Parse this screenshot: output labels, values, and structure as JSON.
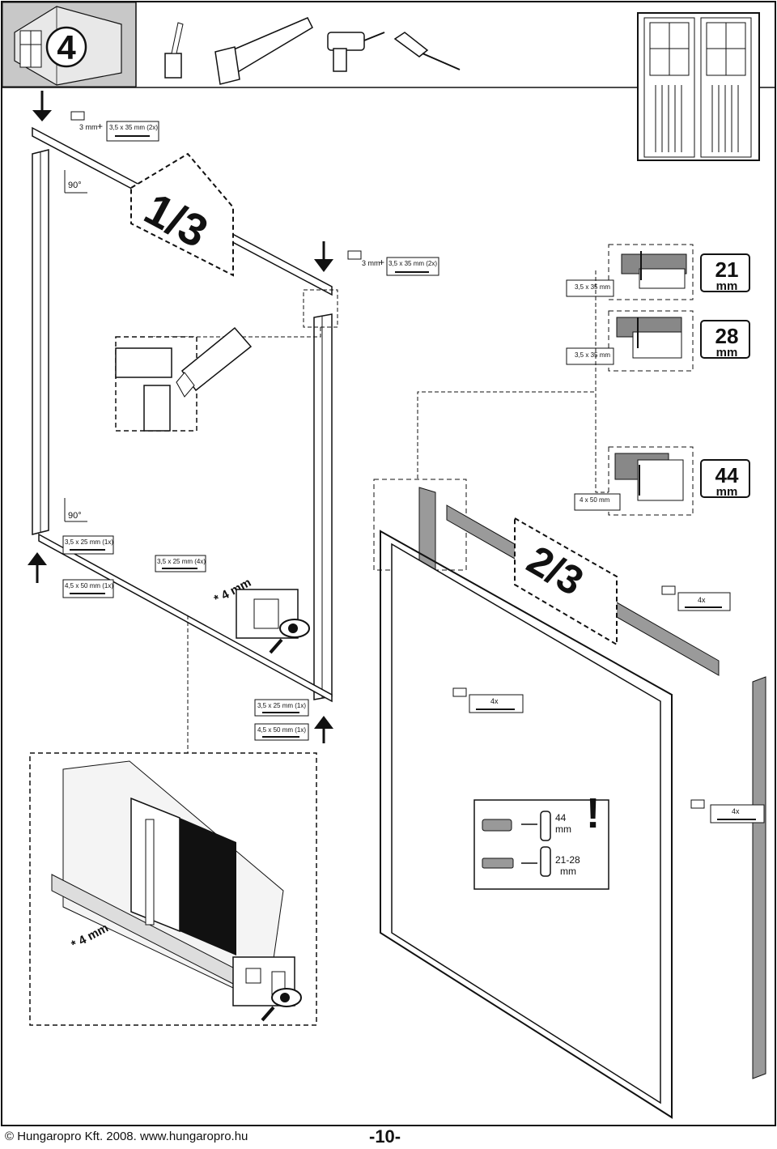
{
  "step": {
    "number": "4"
  },
  "labels": {
    "drill_bit": "3 mm",
    "screw_2x": "3,5 x 35 mm (2x)",
    "angle": "90°",
    "fraction_1": "1/3",
    "fraction_2": "2/3",
    "screw_35": "3,5 x 35 mm",
    "screw_4x50": "4 x 50 mm",
    "thick_21": "21",
    "thick_28": "28",
    "thick_44": "44",
    "unit_mm": "mm",
    "screw_25_1x": "3,5 x 25 mm (1x)",
    "screw_25_4x": "3,5 x 25 mm (4x)",
    "screw_45_50_1x": "4,5 x 50 mm (1x)",
    "gap_4mm": "* 4 mm",
    "qty_4x": "4x",
    "warning_44": "44",
    "warning_21_28": "21-28",
    "exclaim": "!"
  },
  "footer": {
    "copyright": "© Hungaropro Kft. 2008. www.hungaropro.hu",
    "page": "-10-"
  },
  "colors": {
    "ink": "#111111",
    "grey_panel": "#bdbdbd",
    "frame_grey": "#9a9a9a"
  }
}
